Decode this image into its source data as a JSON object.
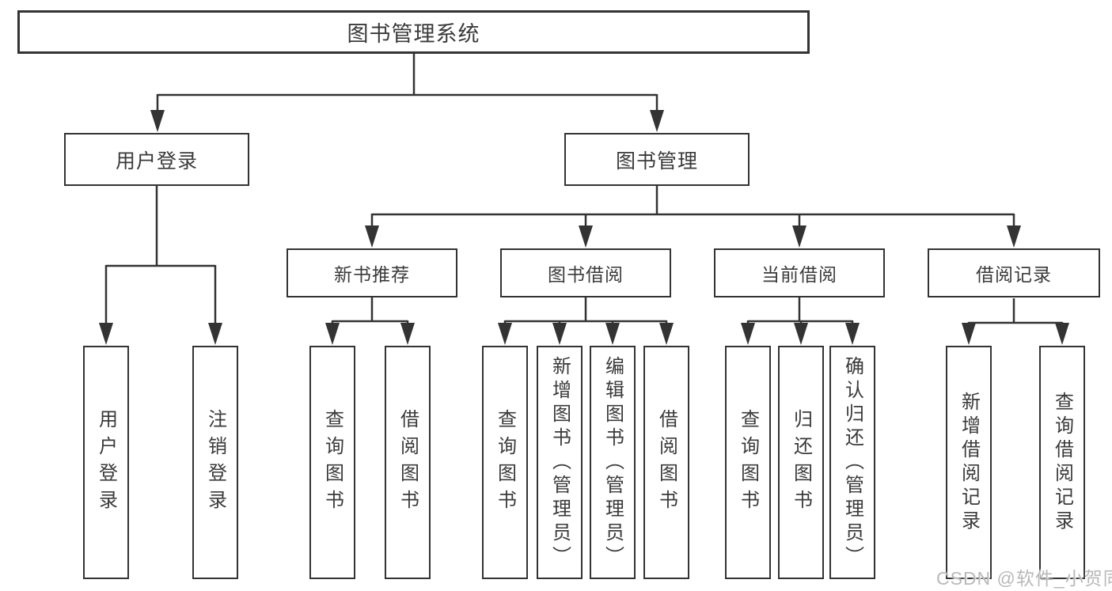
{
  "diagram": {
    "root_label": "图书管理系统",
    "branches": [
      {
        "label": "用户登录",
        "leaves": [
          {
            "label": "用户登录"
          },
          {
            "label": "注销登录"
          }
        ]
      },
      {
        "label": "图书管理",
        "groups": [
          {
            "label": "新书推荐",
            "leaves": [
              {
                "label": "查询图书"
              },
              {
                "label": "借阅图书"
              }
            ]
          },
          {
            "label": "图书借阅",
            "leaves": [
              {
                "label": "查询图书"
              },
              {
                "label": "新增图书（管理员）"
              },
              {
                "label": "编辑图书（管理员）"
              },
              {
                "label": "借阅图书"
              }
            ]
          },
          {
            "label": "当前借阅",
            "leaves": [
              {
                "label": "查询图书"
              },
              {
                "label": "归还图书"
              },
              {
                "label": "确认归还（管理员）"
              }
            ]
          },
          {
            "label": "借阅记录",
            "leaves": [
              {
                "label": "新增借阅记录"
              },
              {
                "label": "查询借阅记录"
              }
            ]
          }
        ]
      }
    ]
  },
  "watermark": "CSDN @软件_小贺同学",
  "colors": {
    "line": "#333333",
    "text": "#3a3a3a",
    "watermark": "#b9b9b9",
    "background": "#ffffff"
  }
}
